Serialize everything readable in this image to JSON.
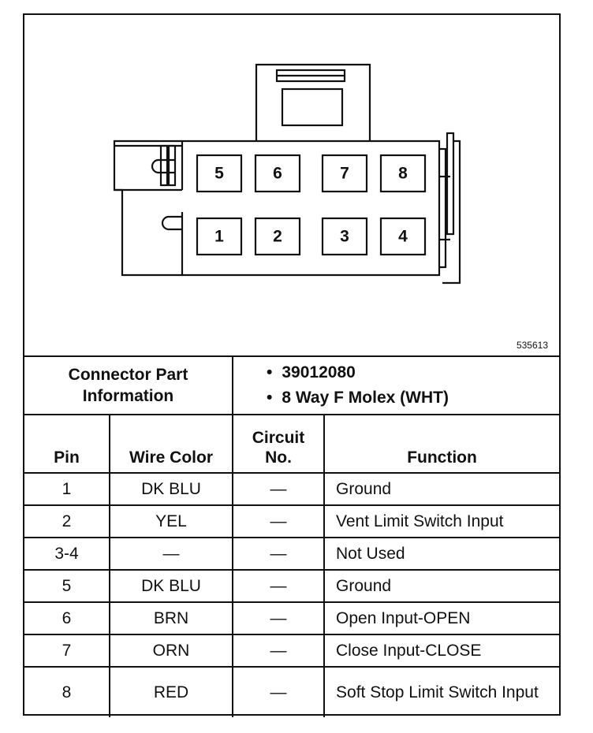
{
  "figure_number": "535613",
  "connector": {
    "pins_top": [
      "5",
      "6",
      "7",
      "8"
    ],
    "pins_bottom": [
      "1",
      "2",
      "3",
      "4"
    ]
  },
  "part_info": {
    "label": "Connector Part Information",
    "items": [
      "39012080",
      "8 Way F Molex (WHT)"
    ]
  },
  "table": {
    "headers": {
      "pin": "Pin",
      "wire_color": "Wire Color",
      "circuit": "Circuit No.",
      "function": "Function"
    },
    "rows": [
      {
        "pin": "1",
        "wire_color": "DK BLU",
        "circuit": "—",
        "function": "Ground"
      },
      {
        "pin": "2",
        "wire_color": "YEL",
        "circuit": "—",
        "function": "Vent Limit Switch Input"
      },
      {
        "pin": "3-4",
        "wire_color": "—",
        "circuit": "—",
        "function": "Not Used"
      },
      {
        "pin": "5",
        "wire_color": "DK BLU",
        "circuit": "—",
        "function": "Ground"
      },
      {
        "pin": "6",
        "wire_color": "BRN",
        "circuit": "—",
        "function": "Open Input-OPEN"
      },
      {
        "pin": "7",
        "wire_color": "ORN",
        "circuit": "—",
        "function": "Close Input-CLOSE"
      },
      {
        "pin": "8",
        "wire_color": "RED",
        "circuit": "—",
        "function": "Soft Stop Limit Switch Input"
      }
    ]
  }
}
